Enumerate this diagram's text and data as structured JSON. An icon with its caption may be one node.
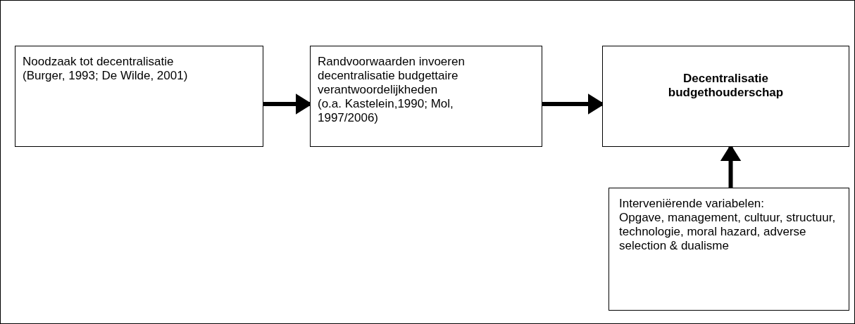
{
  "diagram": {
    "nodes": [
      {
        "text": [
          "Noodzaak tot decentralisatie",
          "(Burger, 1993; De Wilde, 2001)"
        ]
      },
      {
        "text": [
          "Randvoorwaarden invoeren decentralisatie budgettaire verantwoordelijkheden",
          "(o.a. Kastelein,1990; Mol, 1997/2006)"
        ]
      },
      {
        "text": [
          "Decentralisatie budgethouderschap"
        ]
      },
      {
        "text": [
          "Interveniërende variabelen:",
          "Opgave, management, cultuur, structuur, technologie, moral hazard, adverse selection & dualisme"
        ]
      }
    ],
    "edges": [
      {
        "from": 0,
        "to": 1,
        "arrow": "to"
      },
      {
        "from": 1,
        "to": 2,
        "arrow": "to"
      },
      {
        "from": 3,
        "to": 2,
        "arrow": "to"
      }
    ]
  }
}
